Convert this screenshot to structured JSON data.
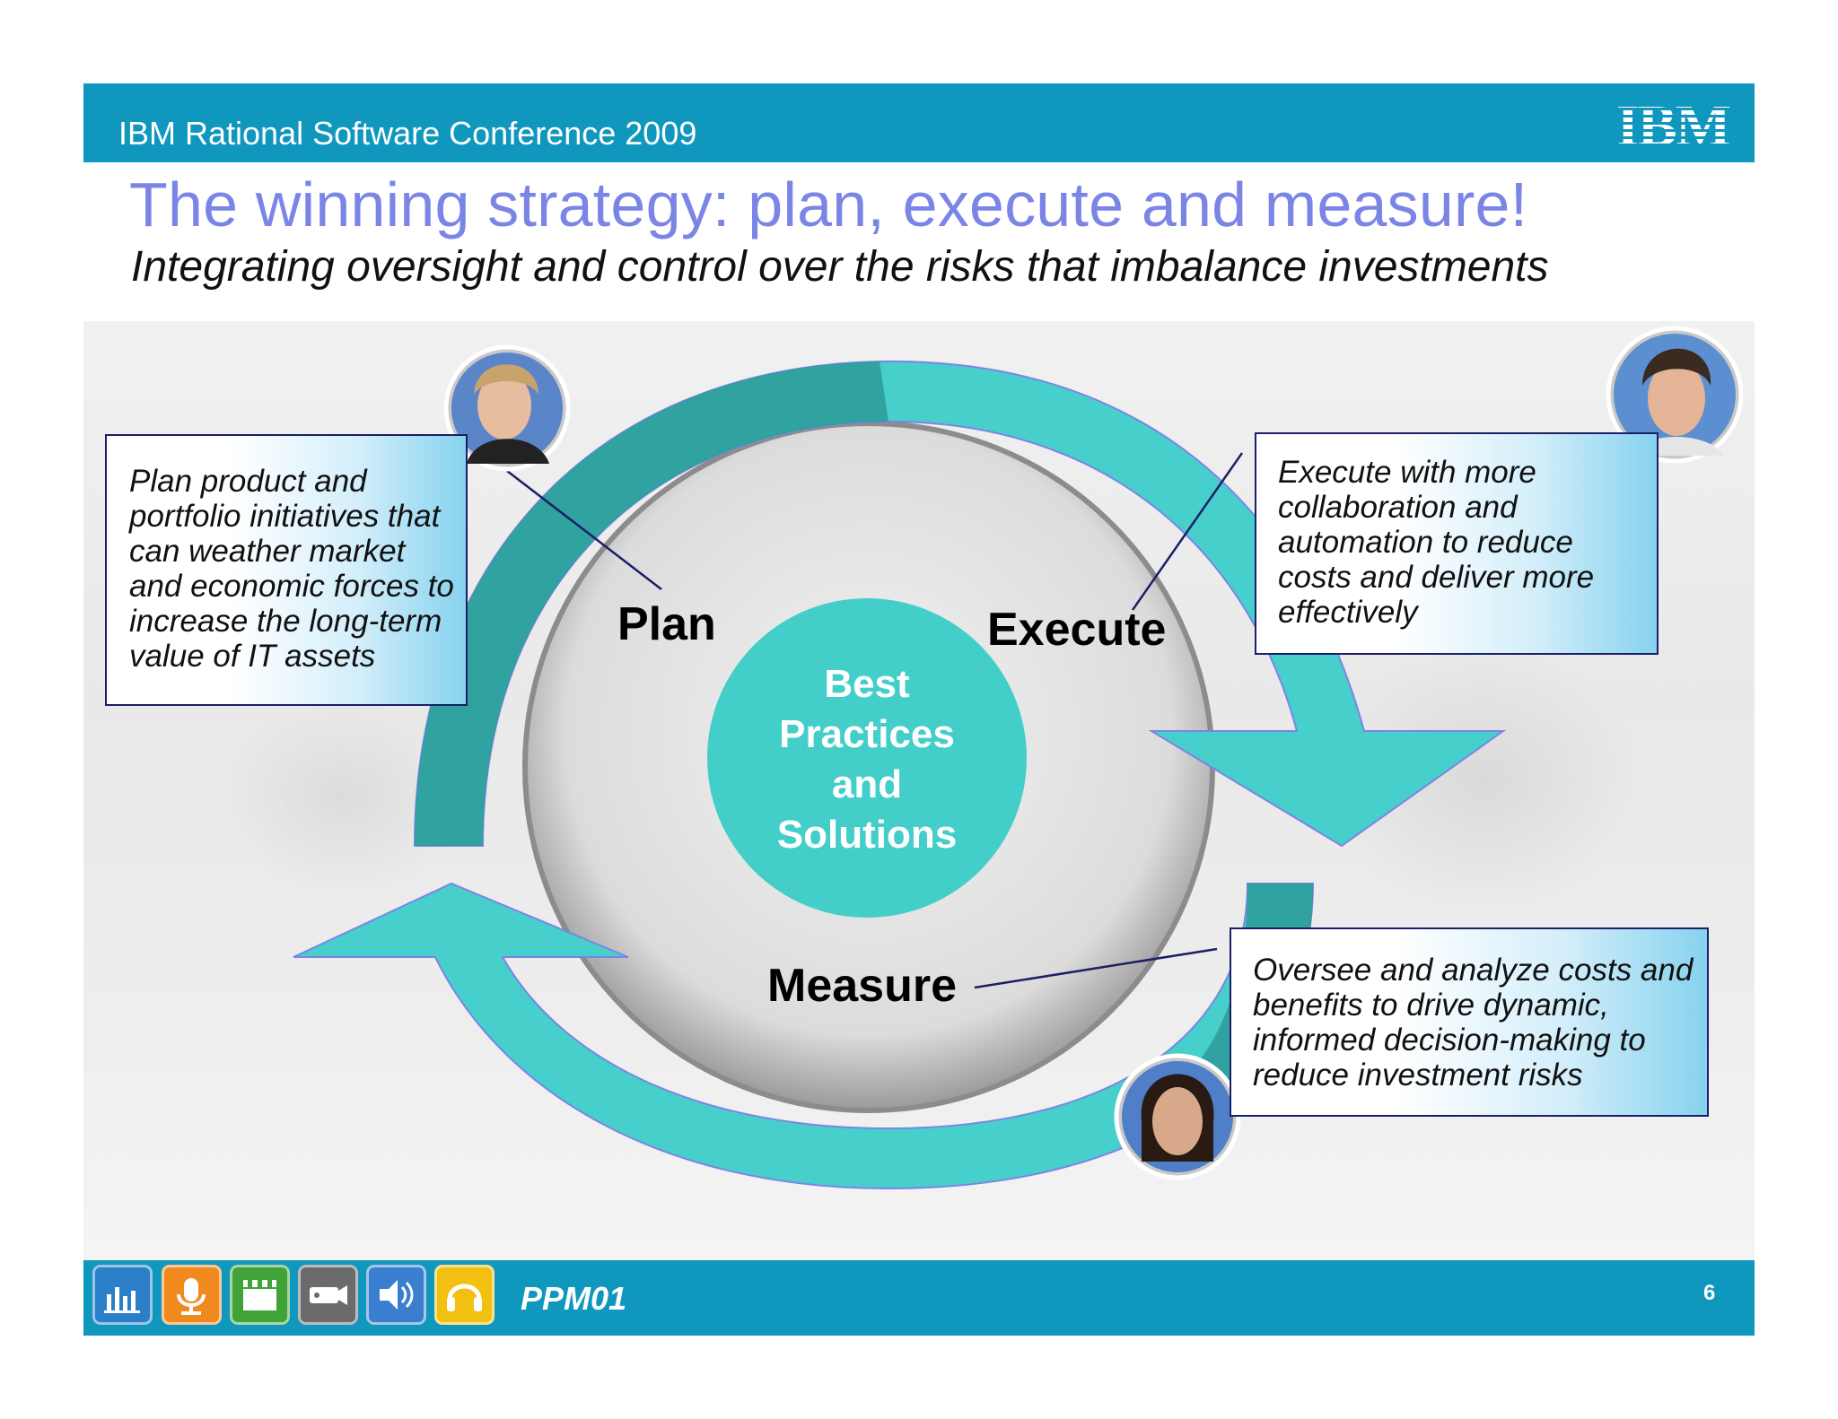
{
  "header": {
    "conference": "IBM Rational Software Conference 2009",
    "logo_text": "IBM",
    "title": "The winning strategy: plan, execute and measure!",
    "subtitle": "Integrating oversight and control over the risks that imbalance investments"
  },
  "diagram": {
    "center_lines": [
      "Best",
      "Practices",
      "and",
      "Solutions"
    ],
    "phases": {
      "plan": "Plan",
      "execute": "Execute",
      "measure": "Measure"
    },
    "callouts": {
      "plan": [
        "Plan product and",
        "portfolio initiatives that",
        "can weather market",
        "and economic forces to",
        "increase the long-term",
        "value of IT assets"
      ],
      "execute": [
        "Execute with more",
        "collaboration and",
        "automation to reduce",
        "costs and deliver more",
        "effectively"
      ],
      "measure": [
        "Oversee and analyze costs and",
        "benefits to drive dynamic,",
        "informed decision-making to",
        "reduce investment risks"
      ]
    },
    "colors": {
      "arrow": "#46cfcb",
      "arrow_shade": "#2e9c9a",
      "center": "#43cec9",
      "callout_border": "#1b1f66"
    }
  },
  "footer": {
    "session_code": "PPM01",
    "page_number": "6",
    "toolbar_icons": [
      "chart-icon",
      "podcast-icon",
      "video-clapper-icon",
      "camera-icon",
      "speaker-icon",
      "headphones-icon"
    ]
  }
}
